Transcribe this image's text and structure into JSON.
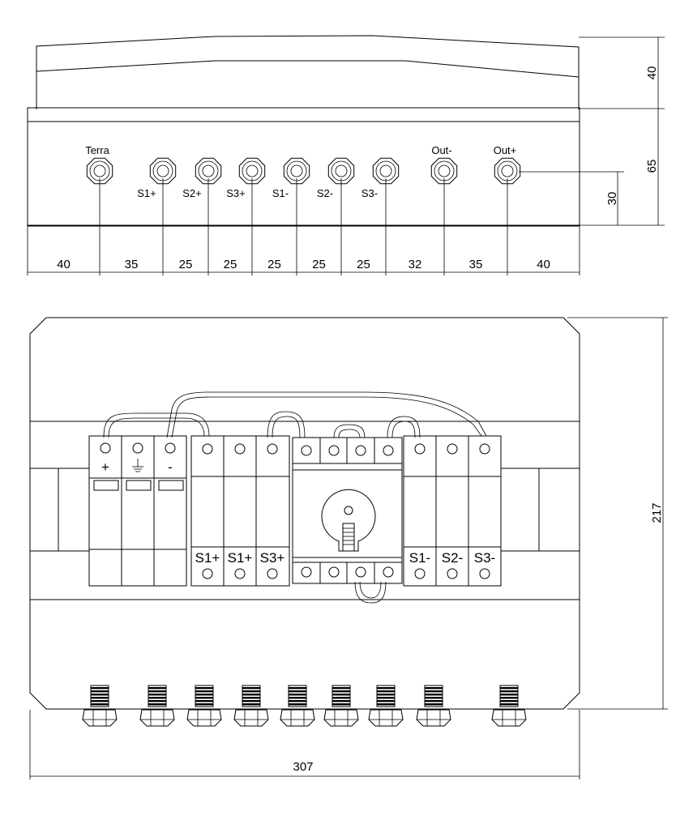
{
  "top_view": {
    "terminals": [
      {
        "label": "Terra",
        "label_pos": "above"
      },
      {
        "label": "S1+",
        "label_pos": "below-left"
      },
      {
        "label": "S2+",
        "label_pos": "below-left"
      },
      {
        "label": "S3+",
        "label_pos": "below-left"
      },
      {
        "label": "S1-",
        "label_pos": "below-left"
      },
      {
        "label": "S2-",
        "label_pos": "below-left"
      },
      {
        "label": "S3-",
        "label_pos": "below-left"
      },
      {
        "label": "Out-",
        "label_pos": "above"
      },
      {
        "label": "Out+",
        "label_pos": "above"
      }
    ],
    "spacing_dims": [
      "40",
      "35",
      "25",
      "25",
      "25",
      "25",
      "25",
      "32",
      "35",
      "40"
    ],
    "height_dims": {
      "lid": "40",
      "body": "65",
      "terminal_row": "30"
    }
  },
  "front_view": {
    "spd_symbols": [
      "+",
      "⏚",
      "-"
    ],
    "left_breaker_labels": [
      "S1+",
      "S1+",
      "S3+"
    ],
    "right_breaker_labels": [
      "S1-",
      "S2-",
      "S3-"
    ],
    "width_dim": "307",
    "height_dim": "217",
    "gland_count": 9
  }
}
